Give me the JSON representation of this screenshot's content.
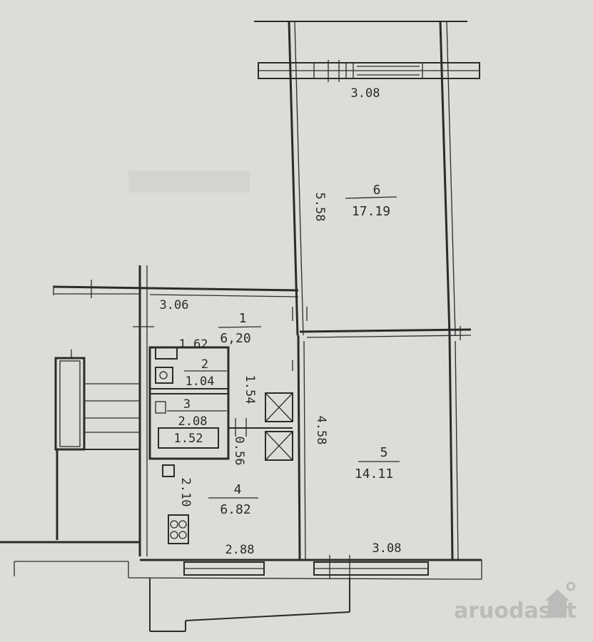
{
  "rooms": [
    {
      "number": "1",
      "area": "6,20"
    },
    {
      "number": "2",
      "area": "1.04"
    },
    {
      "number": "3",
      "area": "2.08"
    },
    {
      "number": "4",
      "area": "6.82"
    },
    {
      "number": "5",
      "area": "14.11"
    },
    {
      "number": "6",
      "area": "17.19"
    }
  ],
  "dimensions": {
    "top_width": "3.08",
    "room6_length": "5.58",
    "hall_width": "3.06",
    "bath_width": "1.62",
    "bath_height": "1.54",
    "bathtub": "1.52",
    "passage": "0.56",
    "kitchen_length": "2.10",
    "room5_length": "4.58",
    "kitchen_width": "2.88",
    "room5_width": "3.08"
  },
  "watermark": {
    "text": "aruodas",
    "suffix": ".lt"
  }
}
